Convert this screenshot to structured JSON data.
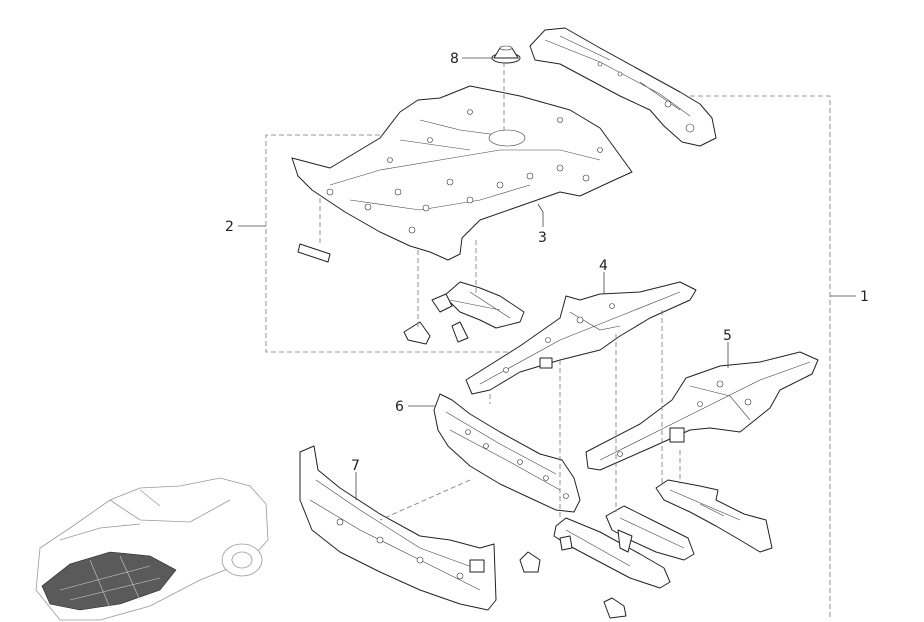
{
  "diagram": {
    "callouts": [
      {
        "id": "1",
        "label": "1"
      },
      {
        "id": "2",
        "label": "2"
      },
      {
        "id": "3",
        "label": "3"
      },
      {
        "id": "4",
        "label": "4"
      },
      {
        "id": "5",
        "label": "5"
      },
      {
        "id": "6",
        "label": "6"
      },
      {
        "id": "7",
        "label": "7"
      },
      {
        "id": "8",
        "label": "8"
      }
    ],
    "parts": [
      "rear-crossmember",
      "center-floor-panel",
      "left-side-member",
      "right-side-member",
      "front-crossmember",
      "dash-lower-panel",
      "mount-cap",
      "small-brackets",
      "locator-car-thumbnail"
    ]
  }
}
